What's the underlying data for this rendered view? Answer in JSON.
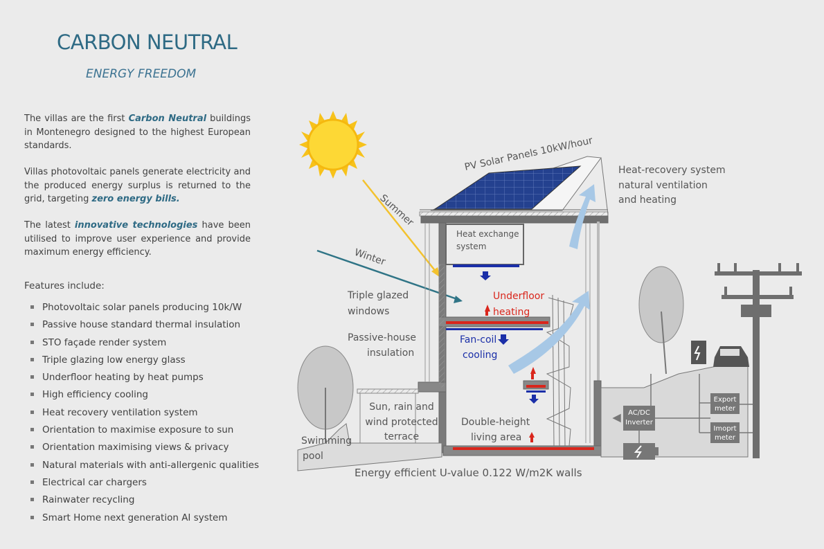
{
  "header": {
    "title": "CARBON NEUTRAL",
    "subtitle": "ENERGY FREEDOM"
  },
  "intro": {
    "p1_before": "The villas are the first ",
    "p1_emph": "Carbon Neutral",
    "p1_after": " buildings in Montenegro designed to the highest European standards.",
    "p2_before": "Villas photovoltaic panels generate electricity and the produced energy surplus is returned to the grid, targeting ",
    "p2_emph": "zero energy bills.",
    "p3_before": "The latest ",
    "p3_emph": "innovative technologies",
    "p3_after": " have been utilised to improve user experience and provide maximum energy efficiency."
  },
  "features": {
    "heading": "Features include:",
    "items": [
      "Photovoltaic solar panels producing 10k/W",
      "Passive house standard thermal insulation",
      "STO façade render system",
      "Triple glazing low energy glass",
      "Underfloor heating by heat pumps",
      "High efficiency cooling",
      "Heat recovery ventilation system",
      "Orientation to maximise exposure to sun",
      "Orientation maximising views & privacy",
      "Natural materials with anti-allergenic qualities",
      "Electrical car chargers",
      "Rainwater recycling",
      "Smart Home next generation AI system"
    ]
  },
  "diagram": {
    "pv_label": "PV Solar Panels 10kW/hour",
    "summer": "Summer",
    "winter": "Winter",
    "heat_recovery": [
      "Heat-recovery system",
      "natural ventilation",
      "and heating"
    ],
    "heat_exchange": [
      "Heat exchange",
      "system"
    ],
    "triple_glazed": [
      "Triple glazed",
      "windows"
    ],
    "underfloor": [
      "Underfloor",
      "heating"
    ],
    "passive_house": [
      "Passive-house",
      "insulation"
    ],
    "fan_coil": [
      "Fan-coil",
      "cooling"
    ],
    "terrace": [
      "Sun, rain and",
      "wind protected",
      "terrace"
    ],
    "double_height": [
      "Double-height",
      "living area"
    ],
    "swimming": [
      "Swimming",
      "pool"
    ],
    "inverter": [
      "AC/DC",
      "Inverter"
    ],
    "export_meter": [
      "Export",
      "meter"
    ],
    "import_meter": [
      "Imoprt",
      "meter"
    ],
    "walls": "Energy efficient U-value 0.122 W/m2K walls",
    "colors": {
      "accent": "#2e6a84",
      "sun": "#f7c21b",
      "heating": "#d9261c",
      "cooling": "#1b2fa8",
      "airflow": "#a7c8e6"
    }
  }
}
